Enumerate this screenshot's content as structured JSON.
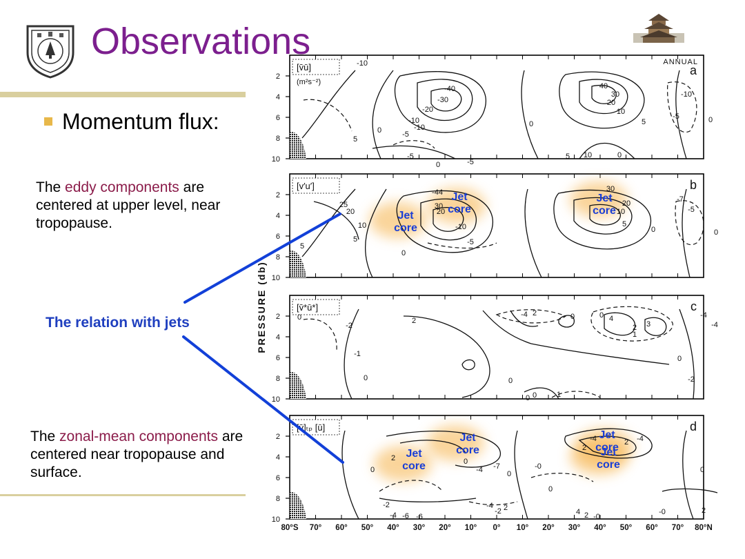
{
  "slide": {
    "title": "Observations",
    "bullet_text": "Momentum flux:",
    "eddy_note": {
      "pre": "The ",
      "highlight": "eddy components",
      "post": " are centered at upper level, near tropopause."
    },
    "relation_note": "The relation with jets",
    "zonal_note": {
      "pre": "The ",
      "highlight": "zonal-mean components",
      "post": " are centered near tropopause and surface."
    },
    "colors": {
      "title": "#7c1f8e",
      "highlight": "#8b1c4a",
      "relation": "#1f3fbf",
      "connector": "#1240d8",
      "bullet": "#e8b84a",
      "rule": "#d9cf9e",
      "jet_label": "#1a3ed6",
      "jet_glow": "#f6b24a"
    },
    "logo_icon": "university-seal-icon",
    "corner_icon": "pagoda-icon"
  },
  "figure": {
    "ylabel": "PRESSURE (db)",
    "x_ticks": [
      "80°S",
      "70°",
      "60°",
      "50°",
      "40°",
      "30°",
      "20°",
      "10°",
      "0°",
      "10°",
      "20°",
      "30°",
      "40°",
      "50°",
      "60°",
      "70°",
      "80°N"
    ],
    "y_ticks": [
      "2",
      "4",
      "6",
      "8",
      "10"
    ],
    "panels": [
      {
        "id": "a",
        "letter": "a",
        "annual": "ANNUAL",
        "symbol": "[v̄ū]",
        "unit": "(m²s⁻²)",
        "labels": [
          "-10",
          "-40",
          "-30",
          "-20",
          "-10",
          "-10",
          "5",
          "-5",
          "0",
          "-5",
          "0",
          "-5",
          "40",
          "30",
          "20",
          "10",
          "5",
          "-10",
          "-5",
          "0",
          "0",
          "10",
          "5",
          "0"
        ],
        "jets": []
      },
      {
        "id": "b",
        "letter": "b",
        "symbol": "[v′u′]",
        "labels": [
          "25",
          "20",
          "10",
          "5",
          "5",
          "-44",
          "30",
          "20",
          "-10",
          "-5",
          "0",
          "30",
          "20",
          "10",
          "5",
          "0",
          "-7",
          "-5",
          "0"
        ],
        "jets": [
          "Jet core",
          "Jet core",
          "Jet core"
        ]
      },
      {
        "id": "c",
        "letter": "c",
        "symbol": "[v̄*ū*]",
        "labels": [
          "0",
          "-2",
          "2",
          "-1",
          "0",
          "0",
          "0",
          "-4",
          "2",
          "0",
          "4",
          "2",
          "3",
          "-4",
          "-4",
          "1",
          "0",
          "-2",
          "0",
          "1",
          "0"
        ],
        "jets": []
      },
      {
        "id": "d",
        "letter": "d",
        "symbol": "[v̄]ₜₚ [ū]",
        "labels": [
          "2",
          "0",
          "-4",
          "-7",
          "0",
          "-0",
          "0",
          "0",
          "2",
          "-4",
          "2",
          "-4",
          "0",
          "-2",
          "-4",
          "-6",
          "-6",
          "-4",
          "-2",
          "2",
          "4",
          "2",
          "-0",
          "-0",
          "2"
        ],
        "jets": [
          "Jet core",
          "Jet core",
          "Jet core",
          "Jet core"
        ]
      }
    ]
  }
}
